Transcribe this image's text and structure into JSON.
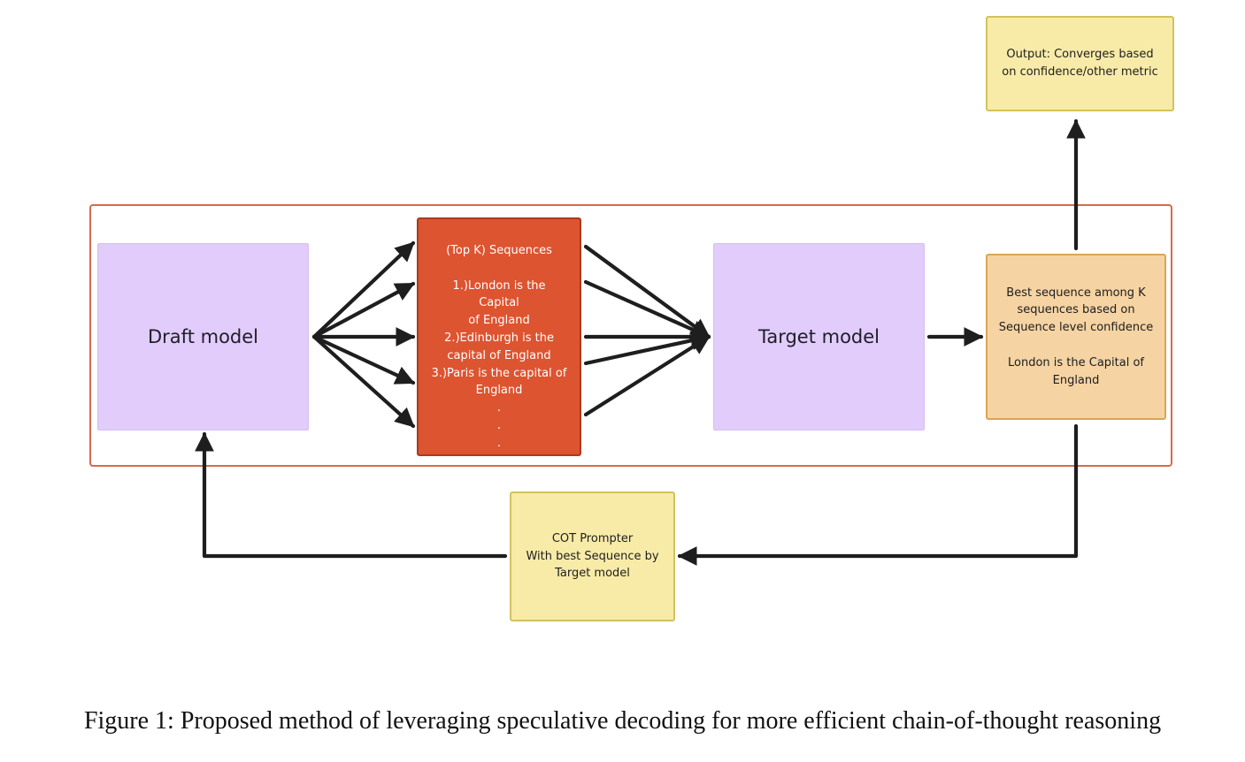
{
  "nodes": {
    "draft_model": "Draft model",
    "sequences": {
      "title": "(Top K) Sequences",
      "lines": [
        "1.)London is the Capital",
        "of England",
        "2.)Edinburgh is the",
        "capital of England",
        "3.)Paris is the capital of",
        "England",
        ".",
        ".",
        "."
      ]
    },
    "target_model": "Target model",
    "best_sequence": {
      "lines": [
        "Best sequence among K",
        "sequences based on",
        "Sequence level confidence"
      ],
      "example": [
        "London is the Capital of",
        "England"
      ]
    },
    "output": "Output: Converges based on confidence/other metric",
    "cot_prompter": {
      "lines": [
        "COT Prompter",
        "With best Sequence by",
        "Target model"
      ]
    }
  },
  "caption": "Figure 1: Proposed method of leveraging speculative decoding for more efficient chain-of-thought reasoning"
}
